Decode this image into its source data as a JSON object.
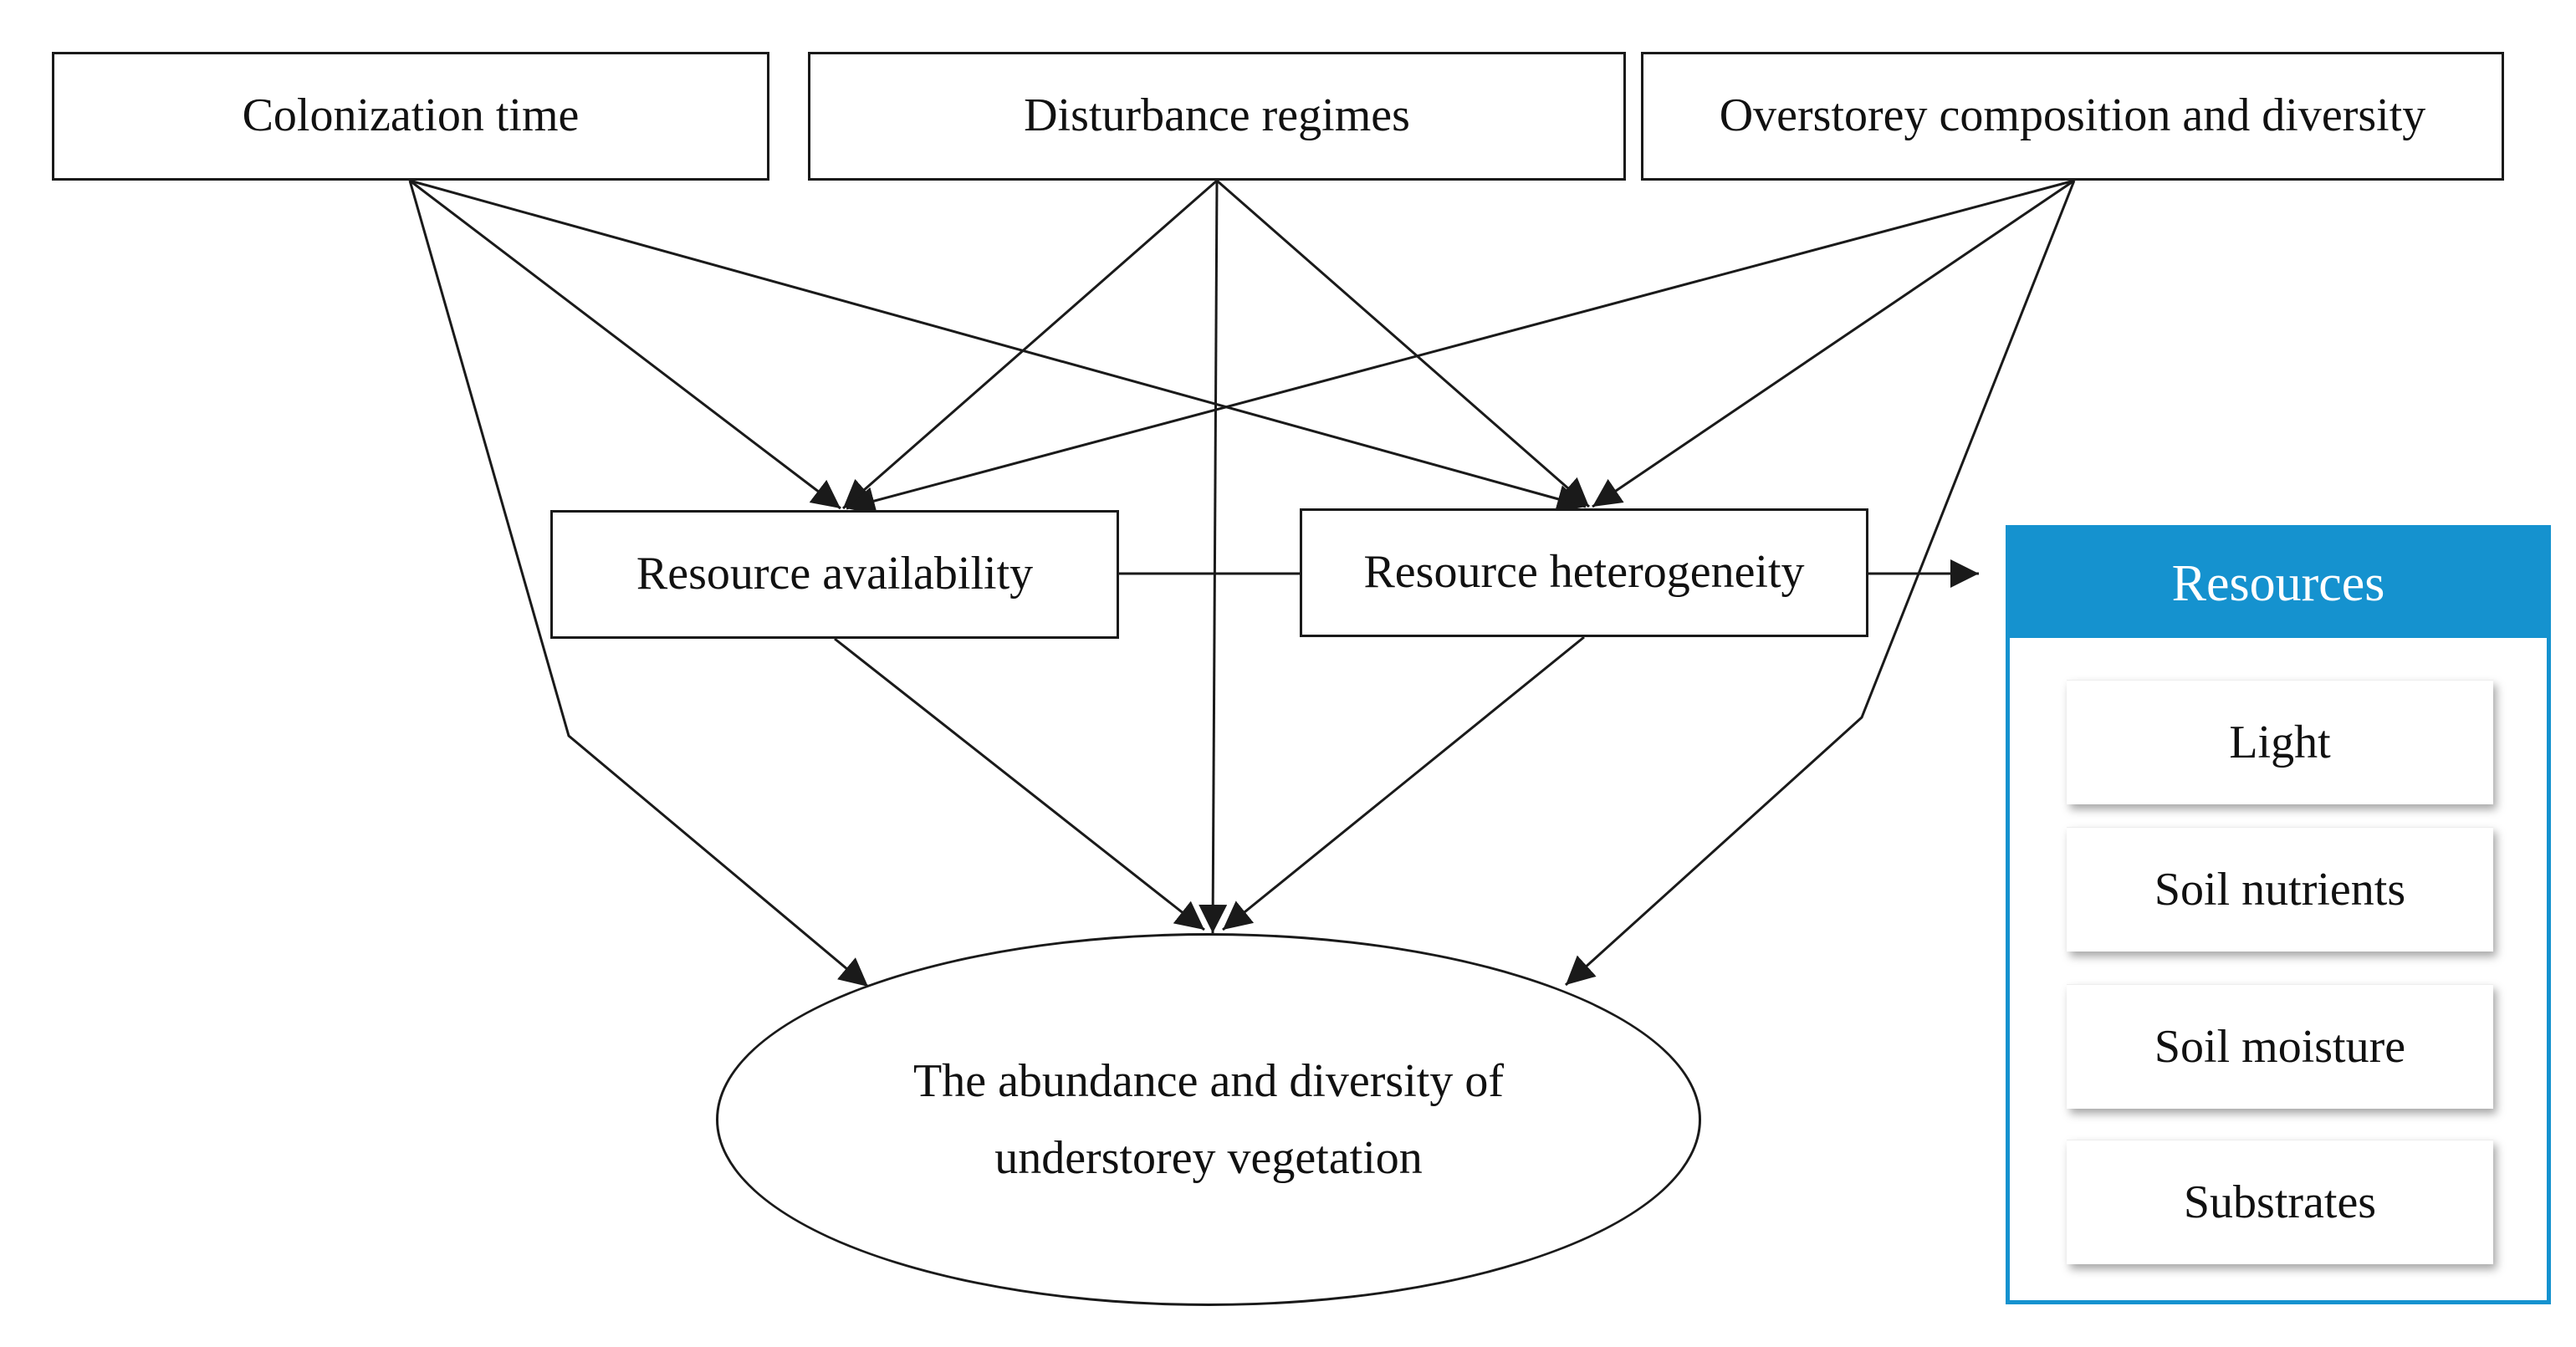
{
  "drivers": {
    "colonization": "Colonization time",
    "disturbance": "Disturbance regimes",
    "overstorey": "Overstorey composition and diversity"
  },
  "mediators": {
    "availability": "Resource availability",
    "heterogeneity": "Resource heterogeneity"
  },
  "outcome": {
    "label": "The abundance and diversity of understorey vegetation"
  },
  "resources": {
    "title": "Resources",
    "items": [
      "Light",
      "Soil nutrients",
      "Soil moisture",
      "Substrates"
    ]
  },
  "colors": {
    "panel_accent": "#1592cf",
    "line": "#1a1a1a"
  }
}
